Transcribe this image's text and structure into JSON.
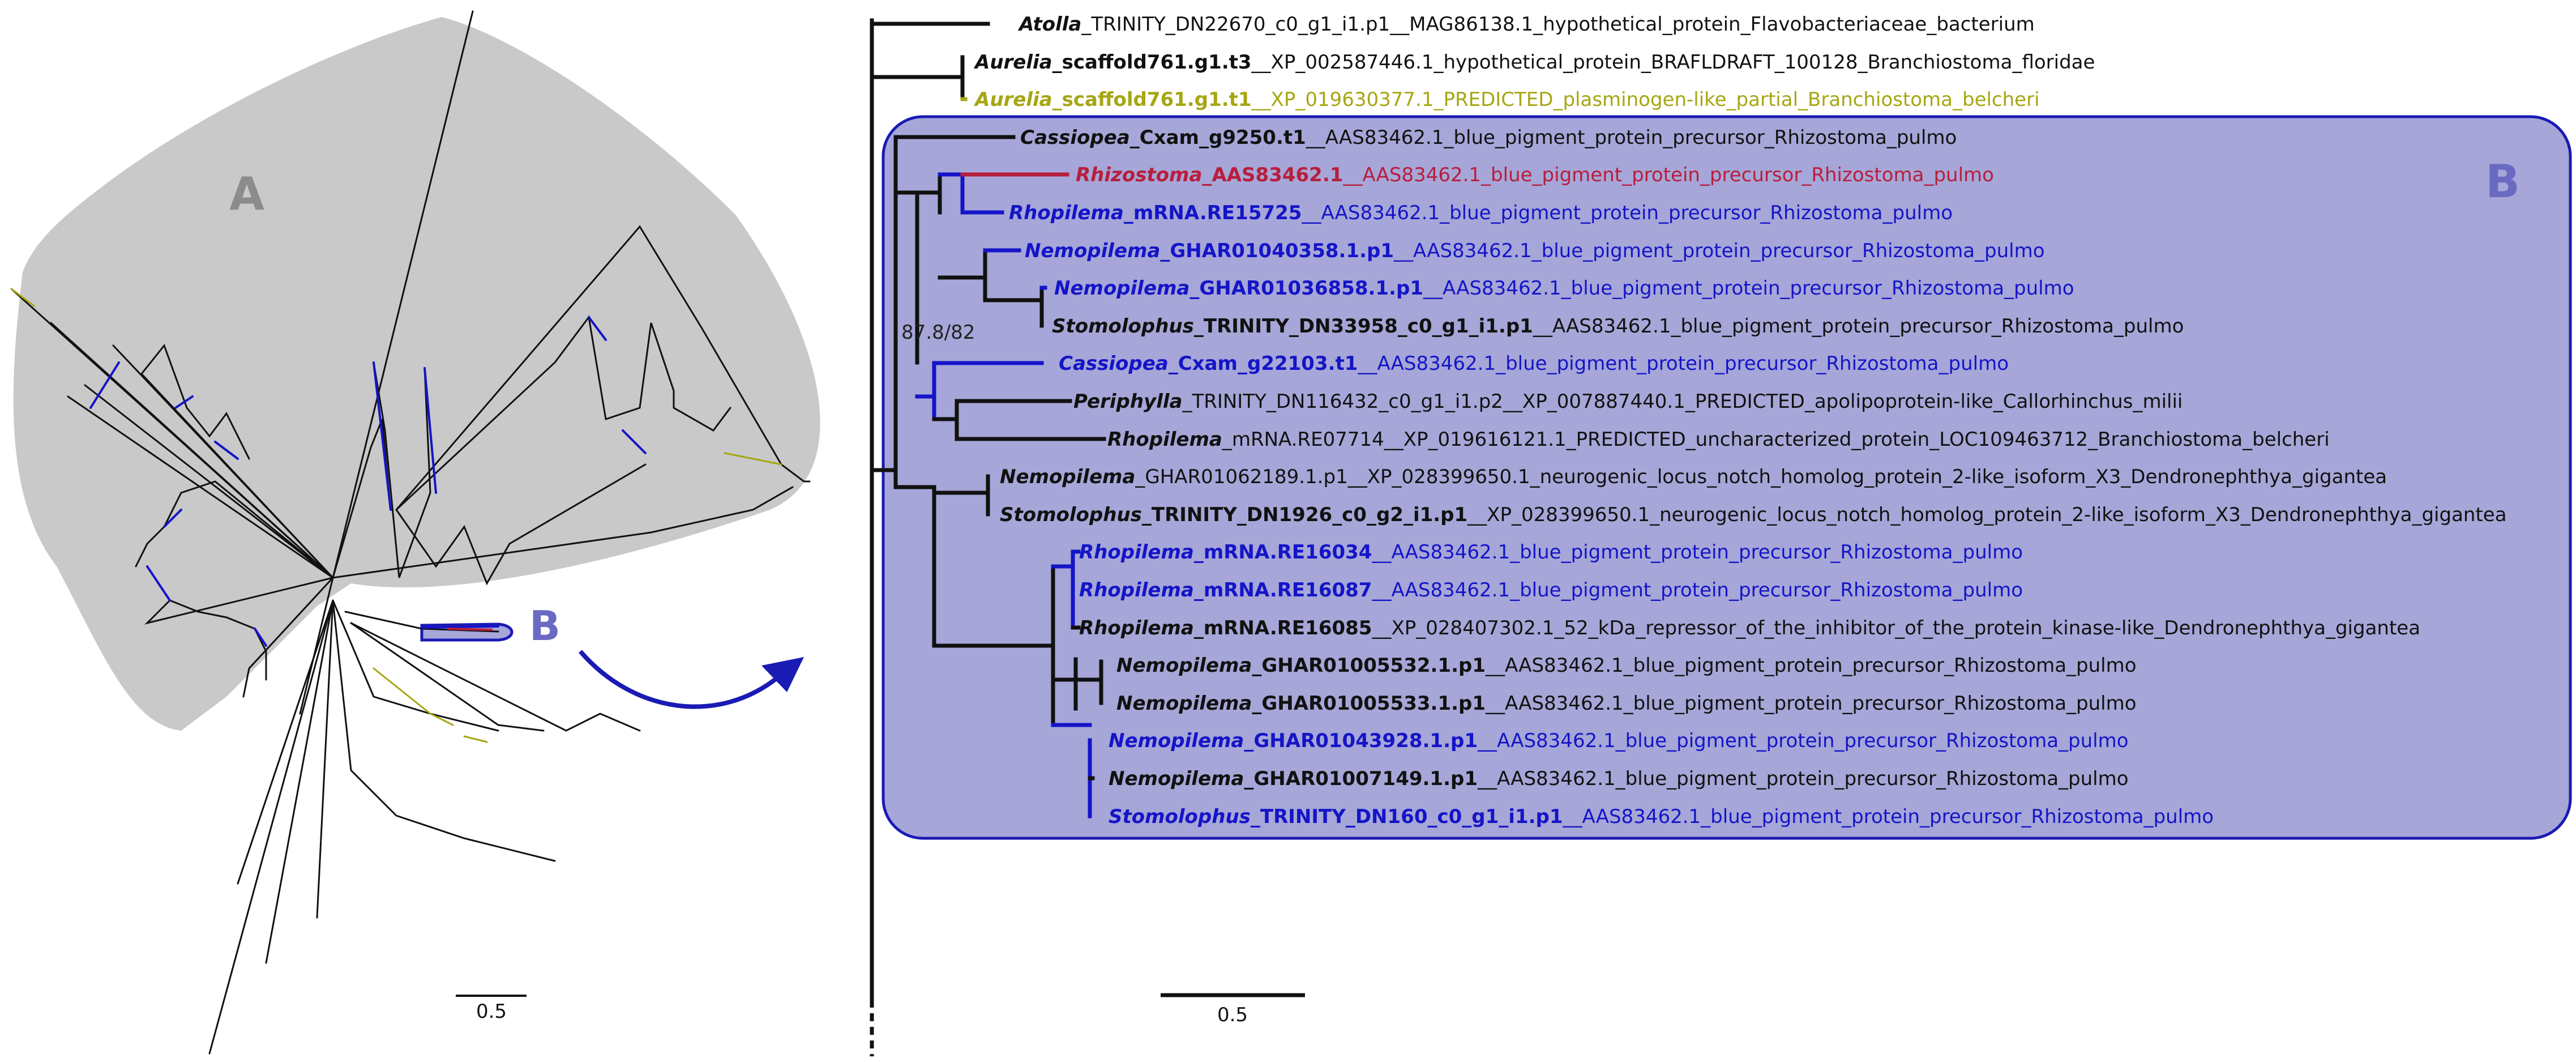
{
  "colors": {
    "default": "#111111",
    "blue": "#1414c8",
    "red": "#b81e3c",
    "olive": "#a6a612",
    "region_a_fill": "#c9c9c9",
    "region_b_fill": "#a6a6d8",
    "region_b_stroke": "#1a1ab4",
    "arrow": "#1a1ab4",
    "label_a": "#8c8c8c",
    "label_b": "#6a6ac2"
  },
  "left_panel": {
    "region_a_label": "A",
    "region_b_label": "B",
    "scale_label": "0.5"
  },
  "right_panel": {
    "box_label": "B",
    "support_value": "87.8/82",
    "scale_label": "0.5"
  },
  "leaves": [
    {
      "genus": "Atolla",
      "id": "_TRINITY_DN22670_c0_g1_i1.p1",
      "id_bold": false,
      "annot": "__MAG86138.1_hypothetical_protein_Flavobacteriaceae_bacterium",
      "color": "default",
      "genus_color": "default"
    },
    {
      "genus": "Aurelia",
      "id": "_scaffold761.g1.t3",
      "id_bold": true,
      "annot": "__XP_002587446.1_hypothetical_protein_BRAFLDRAFT_100128_Branchiostoma_floridae",
      "color": "default",
      "genus_color": "default"
    },
    {
      "genus": "Aurelia",
      "id": "_scaffold761.g1.t1",
      "id_bold": true,
      "annot": "__XP_019630377.1_PREDICTED_plasminogen-like_partial_Branchiostoma_belcheri",
      "color": "olive",
      "genus_color": "olive"
    },
    {
      "genus": "Cassiopea",
      "id": "_Cxam_g9250.t1",
      "id_bold": true,
      "annot": "__AAS83462.1_blue_pigment_protein_precursor_Rhizostoma_pulmo",
      "color": "default",
      "genus_color": "default"
    },
    {
      "genus": "Rhizostoma",
      "id": "_AAS83462.1",
      "id_bold": true,
      "annot": "__AAS83462.1_blue_pigment_protein_precursor_Rhizostoma_pulmo",
      "color": "red",
      "genus_color": "red"
    },
    {
      "genus": "Rhopilema",
      "id": "_mRNA.RE15725",
      "id_bold": true,
      "annot": "__AAS83462.1_blue_pigment_protein_precursor_Rhizostoma_pulmo",
      "color": "blue",
      "genus_color": "blue"
    },
    {
      "genus": "Nemopilema",
      "id": "_GHAR01040358.1.p1",
      "id_bold": true,
      "annot": "__AAS83462.1_blue_pigment_protein_precursor_Rhizostoma_pulmo",
      "color": "blue",
      "genus_color": "blue"
    },
    {
      "genus": "Nemopilema",
      "id": "_GHAR01036858.1.p1",
      "id_bold": true,
      "annot": "__AAS83462.1_blue_pigment_protein_precursor_Rhizostoma_pulmo",
      "color": "blue",
      "genus_color": "blue"
    },
    {
      "genus": "Stomolophus",
      "id": "_TRINITY_DN33958_c0_g1_i1.p1",
      "id_bold": true,
      "annot": "__AAS83462.1_blue_pigment_protein_precursor_Rhizostoma_pulmo",
      "color": "default",
      "genus_color": "default"
    },
    {
      "genus": "Cassiopea",
      "id": "_Cxam_g22103.t1",
      "id_bold": true,
      "annot": "__AAS83462.1_blue_pigment_protein_precursor_Rhizostoma_pulmo",
      "color": "blue",
      "genus_color": "blue"
    },
    {
      "genus": "Periphylla",
      "id": "_TRINITY_DN116432_c0_g1_i1.p2",
      "id_bold": false,
      "annot": "__XP_007887440.1_PREDICTED_apolipoprotein-like_Callorhinchus_milii",
      "color": "default",
      "genus_color": "default"
    },
    {
      "genus": "Rhopilema",
      "id": "_mRNA.RE07714",
      "id_bold": false,
      "annot": "__XP_019616121.1_PREDICTED_uncharacterized_protein_LOC109463712_Branchiostoma_belcheri",
      "color": "default",
      "genus_color": "default"
    },
    {
      "genus": "Nemopilema",
      "id": "_GHAR01062189.1.p1",
      "id_bold": false,
      "annot": "__XP_028399650.1_neurogenic_locus_notch_homolog_protein_2-like_isoform_X3_Dendronephthya_gigantea",
      "color": "default",
      "genus_color": "default"
    },
    {
      "genus": "Stomolophus",
      "id": "_TRINITY_DN1926_c0_g2_i1.p1",
      "id_bold": true,
      "annot": "__XP_028399650.1_neurogenic_locus_notch_homolog_protein_2-like_isoform_X3_Dendronephthya_gigantea",
      "color": "default",
      "genus_color": "default"
    },
    {
      "genus": "Rhopilema",
      "id": "_mRNA.RE16034",
      "id_bold": true,
      "annot": "__AAS83462.1_blue_pigment_protein_precursor_Rhizostoma_pulmo",
      "color": "blue",
      "genus_color": "blue"
    },
    {
      "genus": "Rhopilema",
      "id": "_mRNA.RE16087",
      "id_bold": true,
      "annot": "__AAS83462.1_blue_pigment_protein_precursor_Rhizostoma_pulmo",
      "color": "blue",
      "genus_color": "blue"
    },
    {
      "genus": "Rhopilema",
      "id": "_mRNA.RE16085",
      "id_bold": true,
      "annot": "__XP_028407302.1_52_kDa_repressor_of_the_inhibitor_of_the_protein_kinase-like_Dendronephthya_gigantea",
      "color": "default",
      "genus_color": "default"
    },
    {
      "genus": "Nemopilema",
      "id": "_GHAR01005532.1.p1",
      "id_bold": true,
      "annot": "__AAS83462.1_blue_pigment_protein_precursor_Rhizostoma_pulmo",
      "color": "default",
      "genus_color": "default"
    },
    {
      "genus": "Nemopilema",
      "id": "_GHAR01005533.1.p1",
      "id_bold": true,
      "annot": "__AAS83462.1_blue_pigment_protein_precursor_Rhizostoma_pulmo",
      "color": "default",
      "genus_color": "default"
    },
    {
      "genus": "Nemopilema",
      "id": "_GHAR01043928.1.p1",
      "id_bold": true,
      "annot": "__AAS83462.1_blue_pigment_protein_precursor_Rhizostoma_pulmo",
      "color": "blue",
      "genus_color": "blue"
    },
    {
      "genus": "Nemopilema",
      "id": "_GHAR01007149.1.p1",
      "id_bold": true,
      "annot": "__AAS83462.1_blue_pigment_protein_precursor_Rhizostoma_pulmo",
      "color": "default",
      "genus_color": "default"
    },
    {
      "genus": "Stomolophus",
      "id": "_TRINITY_DN160_c0_g1_i1.p1",
      "id_bold": true,
      "annot": "__AAS83462.1_blue_pigment_protein_precursor_Rhizostoma_pulmo",
      "color": "blue",
      "genus_color": "blue"
    }
  ]
}
